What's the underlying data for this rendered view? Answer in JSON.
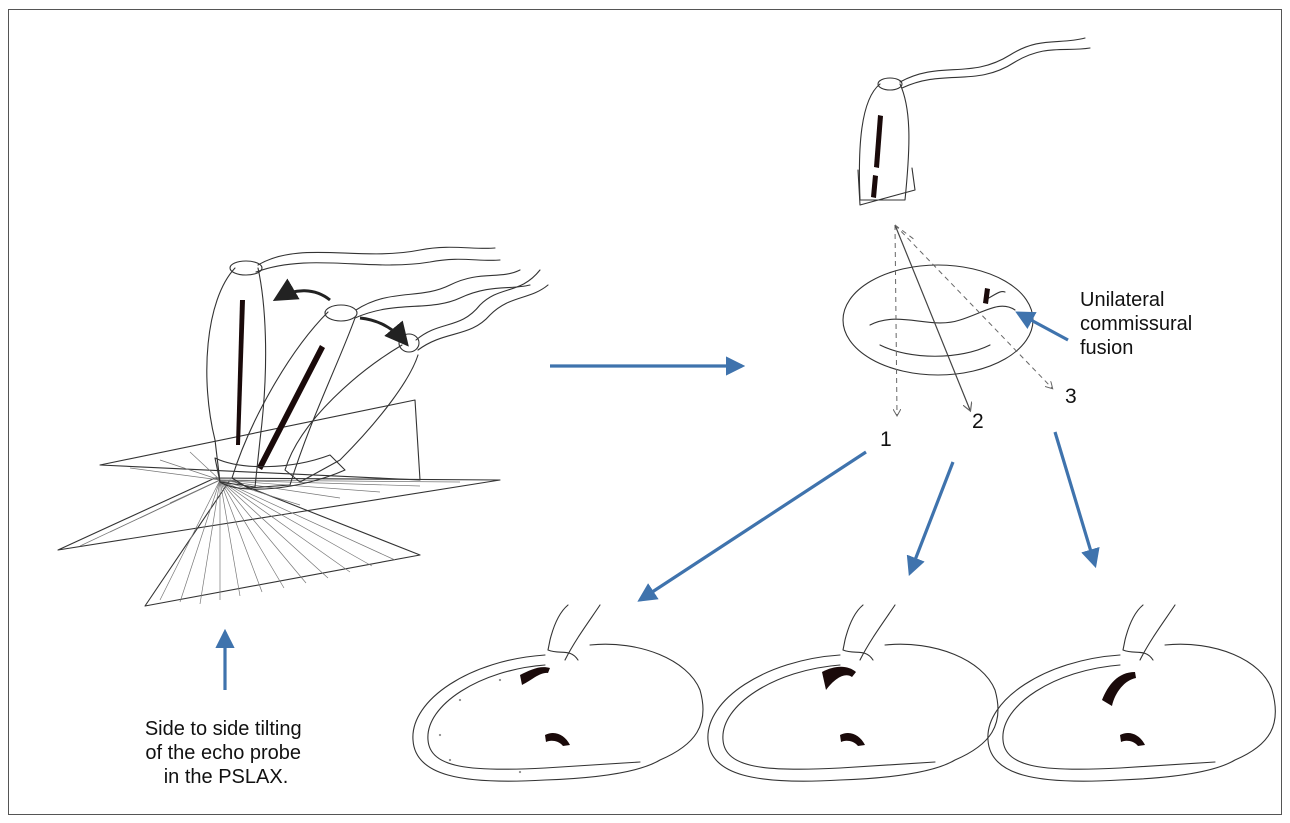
{
  "figure": {
    "caption_left": [
      "Side to side tilting",
      "of the echo probe",
      "in the PSLAX."
    ],
    "caption_right": [
      "Unilateral",
      "commissural",
      "fusion"
    ],
    "plane_numbers": [
      "1",
      "2",
      "3"
    ]
  },
  "colors": {
    "arrow_blue": "#3f73ad",
    "sketch_ink": "#333333",
    "frame_border": "#555555"
  }
}
